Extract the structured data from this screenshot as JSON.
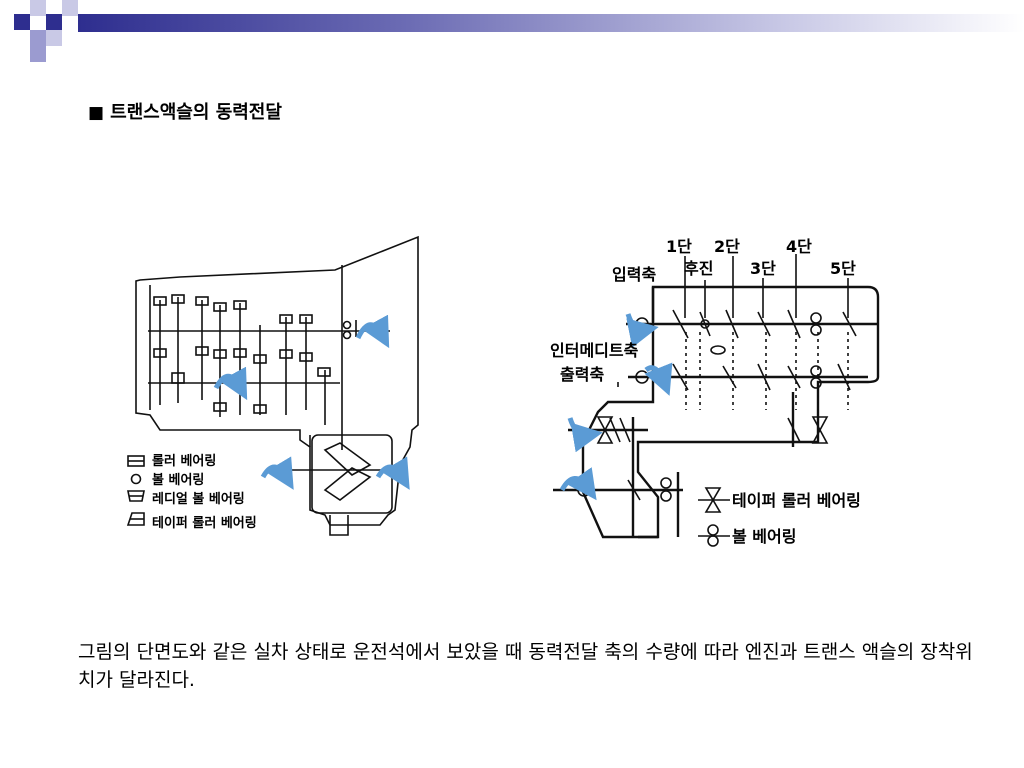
{
  "slide": {
    "title": "트랜스액슬의 동력전달",
    "title_bullet": "■",
    "caption": "그림의 단면도와 같은 실차 상태로 운전석에서 보았을 때 동력전달 축의 수량에 따라 엔진과 트랜스 액슬의 장착위치가 달라진다."
  },
  "left_diagram": {
    "legend": [
      "롤러 베어링",
      "볼 베어링",
      "레디얼 볼 베어링",
      "테이퍼 롤러 베어링"
    ]
  },
  "right_diagram": {
    "gear_labels": [
      "1단",
      "2단",
      "4단",
      "후진",
      "3단",
      "5단"
    ],
    "shaft_labels": [
      "입력축",
      "인터메디트축",
      "출력축"
    ],
    "legend": [
      "테이퍼 롤러 베어링",
      "볼 베어링"
    ]
  },
  "colors": {
    "accent_dark": "#2e2e8f",
    "accent_light": "#9b9bd0",
    "arrow_blue": "#5b9bd5",
    "line": "#111111"
  }
}
